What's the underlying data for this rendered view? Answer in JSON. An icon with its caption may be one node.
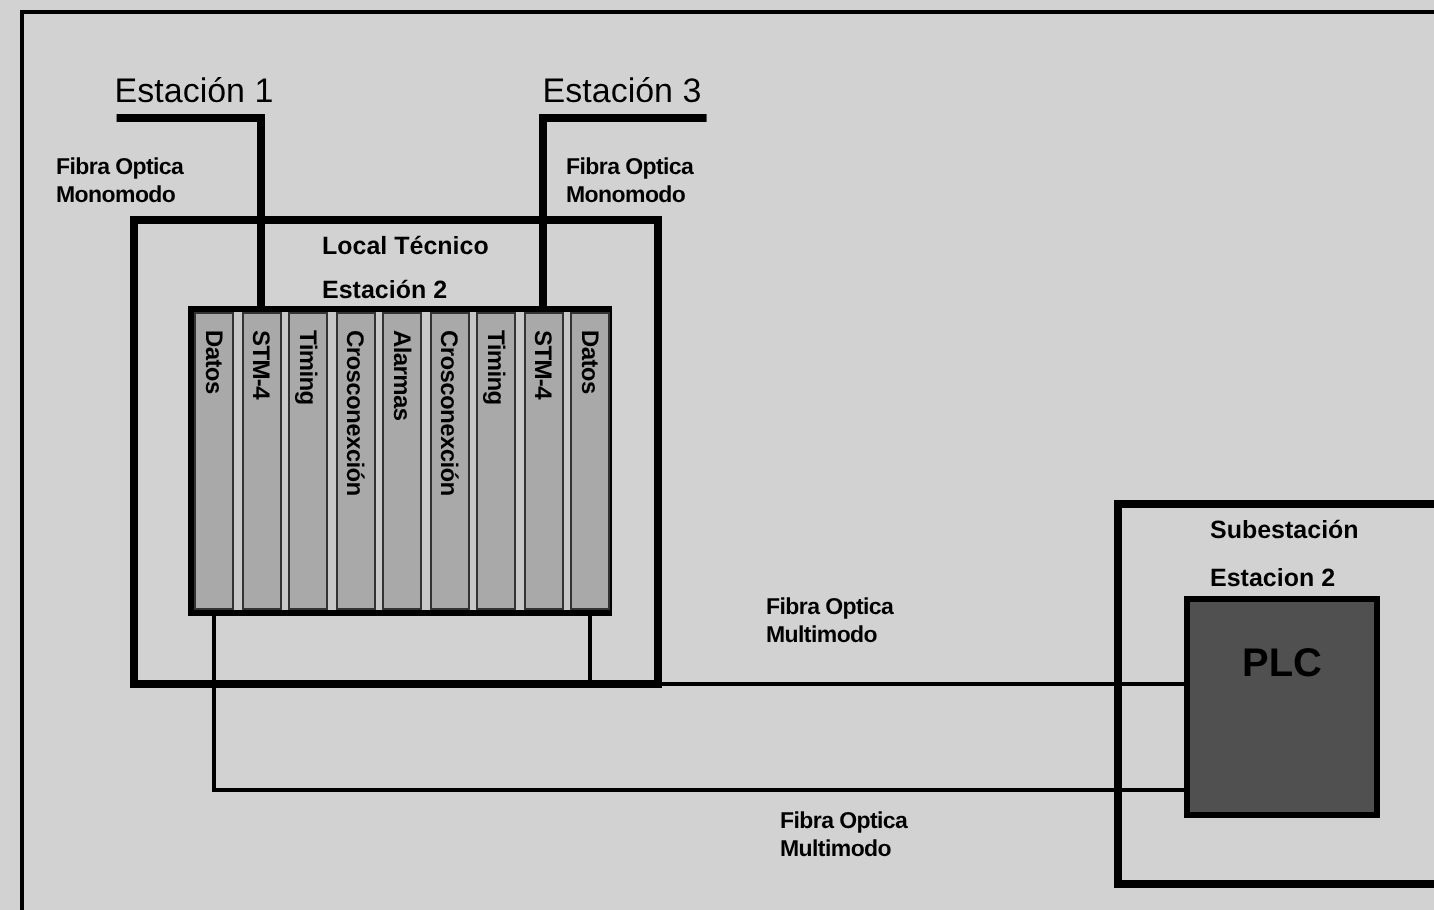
{
  "diagram": {
    "nodes": [
      {
        "text": [
          "Estación 1"
        ]
      },
      {
        "text": [
          "Estación 3"
        ]
      },
      {
        "text": [
          "Local Técnico",
          "Estación 2"
        ]
      },
      {
        "text": [],
        "shape": "box",
        "in": 2
      },
      {
        "text": [
          "Datos"
        ],
        "in": 3
      },
      {
        "text": [
          "STM-4"
        ],
        "in": 3
      },
      {
        "text": [
          "Timing"
        ],
        "in": 3
      },
      {
        "text": [
          "Crosconexción"
        ],
        "in": 3
      },
      {
        "text": [
          "Alarmas"
        ],
        "in": 3
      },
      {
        "text": [
          "Crosconexción"
        ],
        "in": 3
      },
      {
        "text": [
          "Timing"
        ],
        "in": 3
      },
      {
        "text": [
          "STM-4"
        ],
        "in": 3
      },
      {
        "text": [
          "Datos"
        ],
        "in": 3
      },
      {
        "text": [
          "Subestación",
          "Estacion 2"
        ]
      },
      {
        "text": [
          "PLC"
        ],
        "in": 13
      }
    ],
    "edges": [
      {
        "from": 0,
        "to": 5,
        "arrow": "none",
        "label": "Fibra Optica Monomodo",
        "style": "thick"
      },
      {
        "from": 1,
        "to": 11,
        "arrow": "none",
        "label": "Fibra Optica Monomodo",
        "style": "thick"
      },
      {
        "from": 12,
        "to": 14,
        "arrow": "none",
        "label": "Fibra Optica Multimodo"
      },
      {
        "from": 4,
        "to": 14,
        "arrow": "none",
        "label": "Fibra Optica Multimodo"
      }
    ]
  }
}
